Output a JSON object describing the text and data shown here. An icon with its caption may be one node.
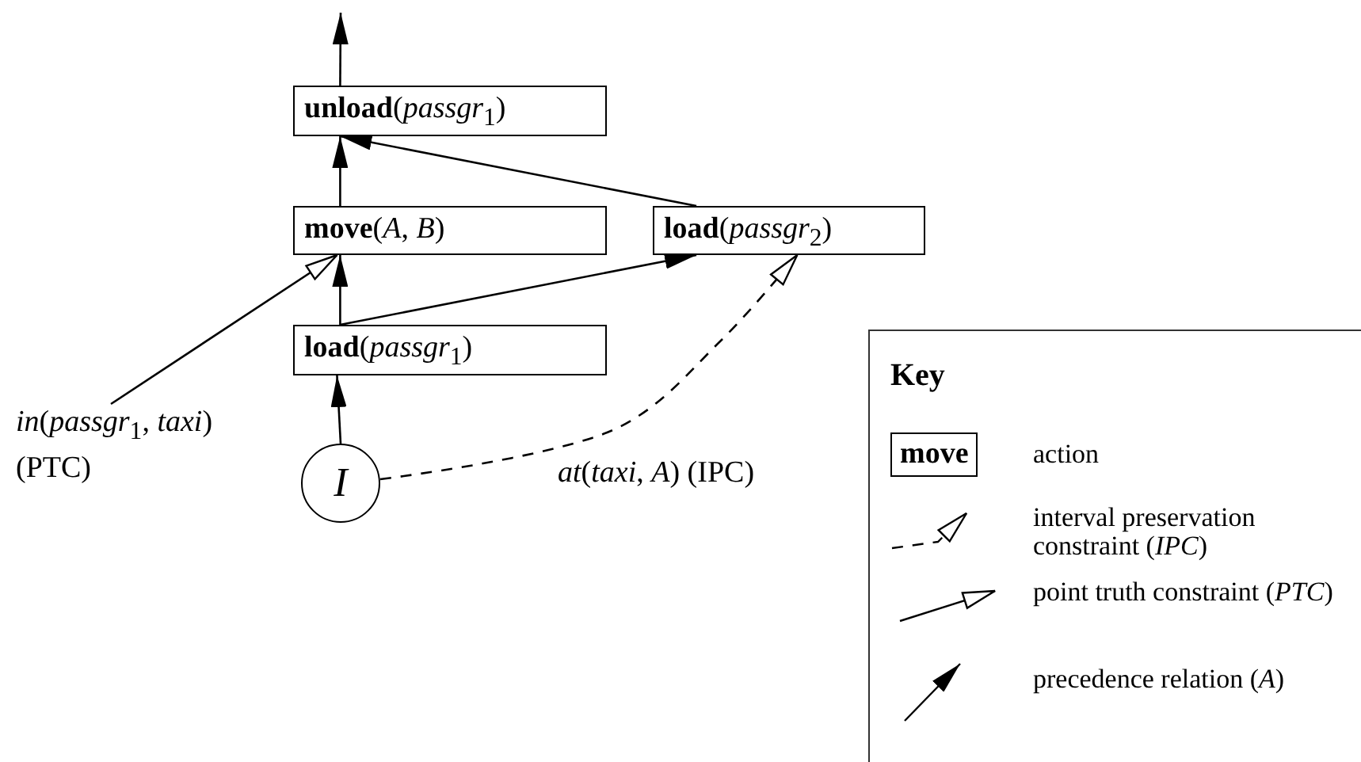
{
  "diagram": {
    "nodes": [
      {
        "text": [
          "**unload**(*passgr*$_{1}$)"
        ]
      },
      {
        "text": [
          "**move**(*A*, *B*)"
        ]
      },
      {
        "text": [
          "**load**(*passgr*$_{2}$)"
        ]
      },
      {
        "text": [
          "**load**(*passgr*$_{1}$)"
        ]
      },
      {
        "text": [
          "I"
        ]
      },
      {
        "text": [
          "*in*(*passgr*$_{1}$, *taxi*)",
          "(PTC)"
        ]
      }
    ],
    "edges": [
      {
        "from": 0,
        "to": null,
        "arrow": "to"
      },
      {
        "from": 1,
        "to": 0,
        "arrow": "to"
      },
      {
        "from": 2,
        "to": 0,
        "arrow": "to"
      },
      {
        "from": 3,
        "to": 1,
        "arrow": "to"
      },
      {
        "from": 3,
        "to": 2,
        "arrow": "to"
      },
      {
        "from": 4,
        "to": 3,
        "arrow": "to"
      },
      {
        "from": 5,
        "to": 1,
        "arrow": "to"
      },
      {
        "from": 4,
        "to": 2,
        "arrow": "to",
        "style": "dashed",
        "label": "*at*(*taxi*, *A*) (IPC)"
      }
    ],
    "labels": [
      "Key",
      "move"
    ],
    "legend": [
      {
        "text": "action"
      },
      {
        "text": "interval preservation constraint (*IPC*)"
      },
      {
        "text": "point truth constraint (*PTC*)"
      },
      {
        "text": "precedence relation (*A*)"
      }
    ]
  }
}
